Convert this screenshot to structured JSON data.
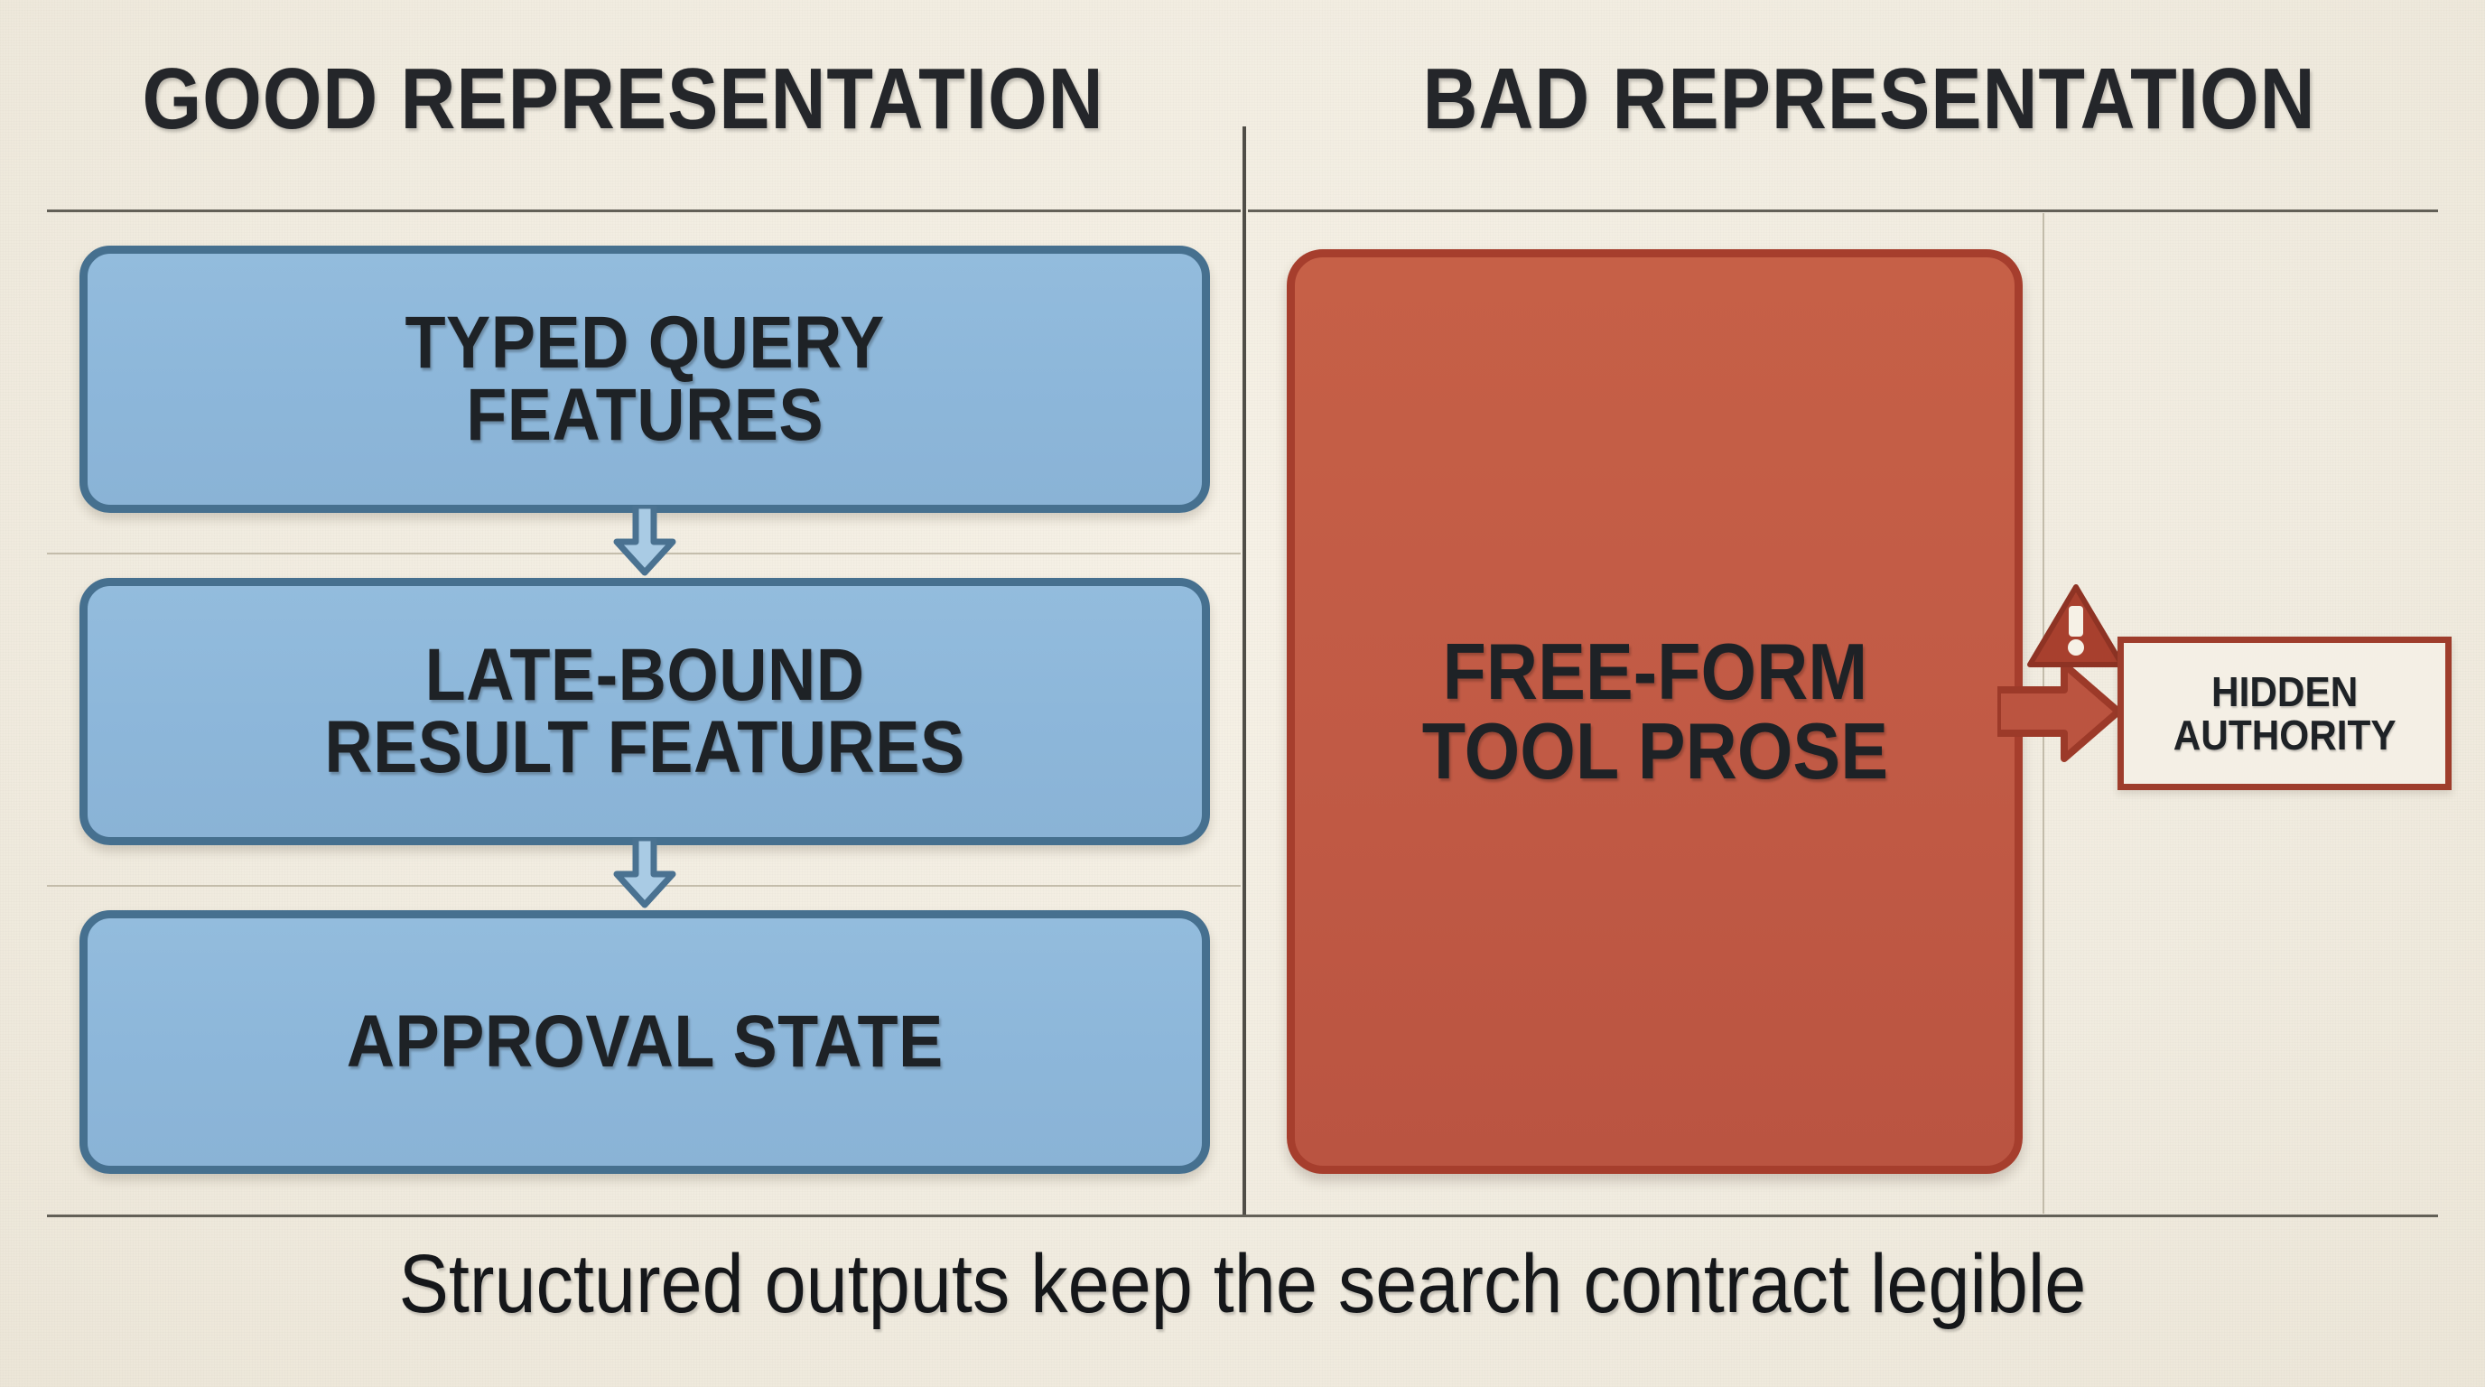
{
  "columns": {
    "good": {
      "title": "GOOD REPRESENTATION"
    },
    "bad": {
      "title": "BAD REPRESENTATION"
    }
  },
  "good_flow": {
    "steps": [
      {
        "label": "TYPED QUERY\nFEATURES"
      },
      {
        "label": "LATE-BOUND\nRESULT FEATURES"
      },
      {
        "label": "APPROVAL STATE"
      }
    ],
    "connector": "down-arrow"
  },
  "bad_flow": {
    "main_box": {
      "label": "FREE-FORM\nTOOL PROSE"
    },
    "warning": {
      "icon": "warning-triangle-icon",
      "glyph": "!"
    },
    "connector": "right-arrow",
    "callout": {
      "label": "HIDDEN\nAUTHORITY"
    }
  },
  "caption": {
    "text": "Structured outputs keep the search contract legible"
  },
  "colors": {
    "background": "#f3eee3",
    "good_fill": "#8db7da",
    "good_border": "#46708f",
    "bad_fill": "#c15a45",
    "bad_border": "#a63e2d",
    "warning": "#a63e2d",
    "text": "#1e2226",
    "rule": "#4a4840",
    "rule_faint": "#b5ad99"
  }
}
